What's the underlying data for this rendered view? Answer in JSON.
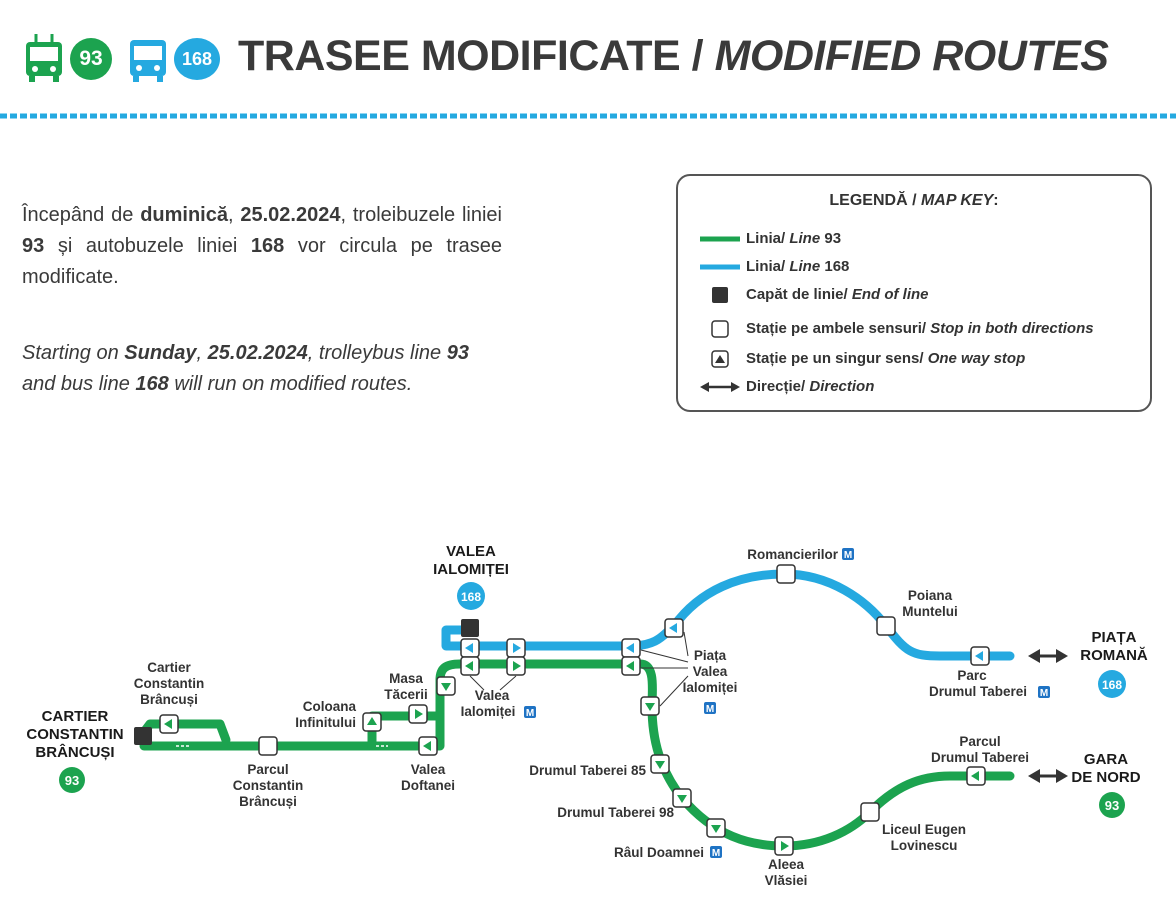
{
  "header": {
    "title_ro": "TRASEE MODIFICATE /",
    "title_en": "MODIFIED ROUTES",
    "line_93_badge": "93",
    "line_168_badge": "168",
    "icons": [
      "trolleybus-icon",
      "bus-icon"
    ]
  },
  "intro": {
    "ro": {
      "p1": "Începând de ",
      "day": "duminică",
      "p2": ", ",
      "date": "25.02.2024",
      "p3": ", troleibuzele liniei ",
      "line93": "93",
      "p4": " și autobuzele liniei ",
      "line168": "168",
      "p5": " vor circula pe trasee modificate."
    },
    "en": {
      "p1": "Starting on ",
      "day": "Sunday",
      "p2": ", ",
      "date": "25.02.2024",
      "p3": ", trolleybus line ",
      "line93": "93",
      "p4": " and bus line ",
      "line168": "168",
      "p5": " will run on modified routes."
    }
  },
  "legend": {
    "title_ro": "LEGENDĂ / ",
    "title_en": "MAP KEY",
    "title_colon": ":",
    "items": [
      {
        "ro": "Linia/ ",
        "en": "Line",
        "suffix": " 93",
        "symbol": "green-line"
      },
      {
        "ro": "Linia/ ",
        "en": "Line",
        "suffix": " 168",
        "symbol": "blue-line"
      },
      {
        "ro": "Capăt de linie/ ",
        "en": "End of line",
        "suffix": "",
        "symbol": "black-square"
      },
      {
        "ro": "Stație pe ambele sensuri/ ",
        "en": "Stop in both directions",
        "suffix": "",
        "symbol": "white-square"
      },
      {
        "ro": "Stație pe un singur sens/ ",
        "en": "One way stop",
        "suffix": "",
        "symbol": "triangle-square"
      },
      {
        "ro": "Direcție/ ",
        "en": "Direction",
        "suffix": "",
        "symbol": "double-arrow"
      }
    ]
  },
  "colors": {
    "line93": "#1ca34f",
    "line168": "#25a9e0",
    "terminus": "#333333",
    "metro": "#1f73c4"
  },
  "map": {
    "termini": {
      "cartier_brancusi": {
        "lines": [
          "CARTIER",
          "CONSTANTIN",
          "BRÂNCUȘI"
        ],
        "badge": "93"
      },
      "valea_ialomitei": {
        "lines": [
          "VALEA",
          "IALOMIȚEI"
        ],
        "badge": "168"
      },
      "piata_romana": {
        "lines": [
          "PIAȚA",
          "ROMANĂ"
        ],
        "badge": "168"
      },
      "gara_de_nord": {
        "lines": [
          "GARA",
          "DE NORD"
        ],
        "badge": "93"
      }
    },
    "stops": {
      "cartier_cb": [
        "Cartier",
        "Constantin",
        "Brâncuși"
      ],
      "parcul_cb": [
        "Parcul",
        "Constantin",
        "Brâncuși"
      ],
      "coloana": [
        "Coloana",
        "Infinitului"
      ],
      "masa": [
        "Masa",
        "Tăcerii"
      ],
      "valea_doftanei": [
        "Valea",
        "Doftanei"
      ],
      "valea_ialomitei": [
        "Valea",
        "Ialomiței"
      ],
      "piata_vi": [
        "Piața",
        "Valea",
        "Ialomiței"
      ],
      "romancierilor": [
        "Romancierilor"
      ],
      "poiana": [
        "Poiana",
        "Muntelui"
      ],
      "parc_dt_168": [
        "Parc",
        "Drumul Taberei"
      ],
      "parcul_dt_93": [
        "Parcul",
        "Drumul Taberei"
      ],
      "dt85": [
        "Drumul Taberei 85"
      ],
      "dt98": [
        "Drumul Taberei 98"
      ],
      "raul": [
        "Râul Doamnei"
      ],
      "aleea": [
        "Aleea",
        "Vlăsiei"
      ],
      "liceul": [
        "Liceul Eugen",
        "Lovinescu"
      ]
    },
    "metro_label": "M"
  }
}
